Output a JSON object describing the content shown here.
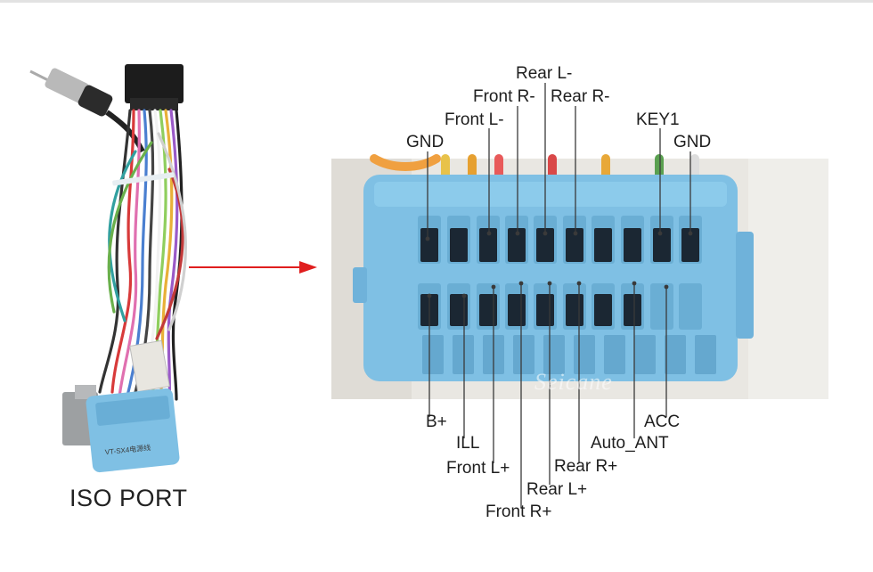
{
  "iso_label": "ISO PORT",
  "watermark": "Seicane",
  "cable_tag": "VT-SX4电源线",
  "pins_top": [
    {
      "name": "pin-rear-l-minus",
      "text": "Rear L-"
    },
    {
      "name": "pin-front-r-minus",
      "text": "Front R-"
    },
    {
      "name": "pin-rear-r-minus",
      "text": "Rear R-"
    },
    {
      "name": "pin-front-l-minus",
      "text": "Front L-"
    },
    {
      "name": "pin-key1",
      "text": "KEY1"
    },
    {
      "name": "pin-gnd-left",
      "text": "GND"
    },
    {
      "name": "pin-gnd-right",
      "text": "GND"
    }
  ],
  "pins_bottom": [
    {
      "name": "pin-b-plus",
      "text": "B+"
    },
    {
      "name": "pin-acc",
      "text": "ACC"
    },
    {
      "name": "pin-ill",
      "text": "ILL"
    },
    {
      "name": "pin-auto-ant",
      "text": "Auto_ANT"
    },
    {
      "name": "pin-front-l-plus",
      "text": "Front L+"
    },
    {
      "name": "pin-rear-r-plus",
      "text": "Rear R+"
    },
    {
      "name": "pin-rear-l-plus",
      "text": "Rear L+"
    },
    {
      "name": "pin-front-r-plus",
      "text": "Front R+"
    }
  ],
  "colors": {
    "connector_blue": "#7fc0e4",
    "connector_dark": "#1b2733",
    "arrow_red": "#e01e1e",
    "photo_bg": "#e9e7e2"
  }
}
